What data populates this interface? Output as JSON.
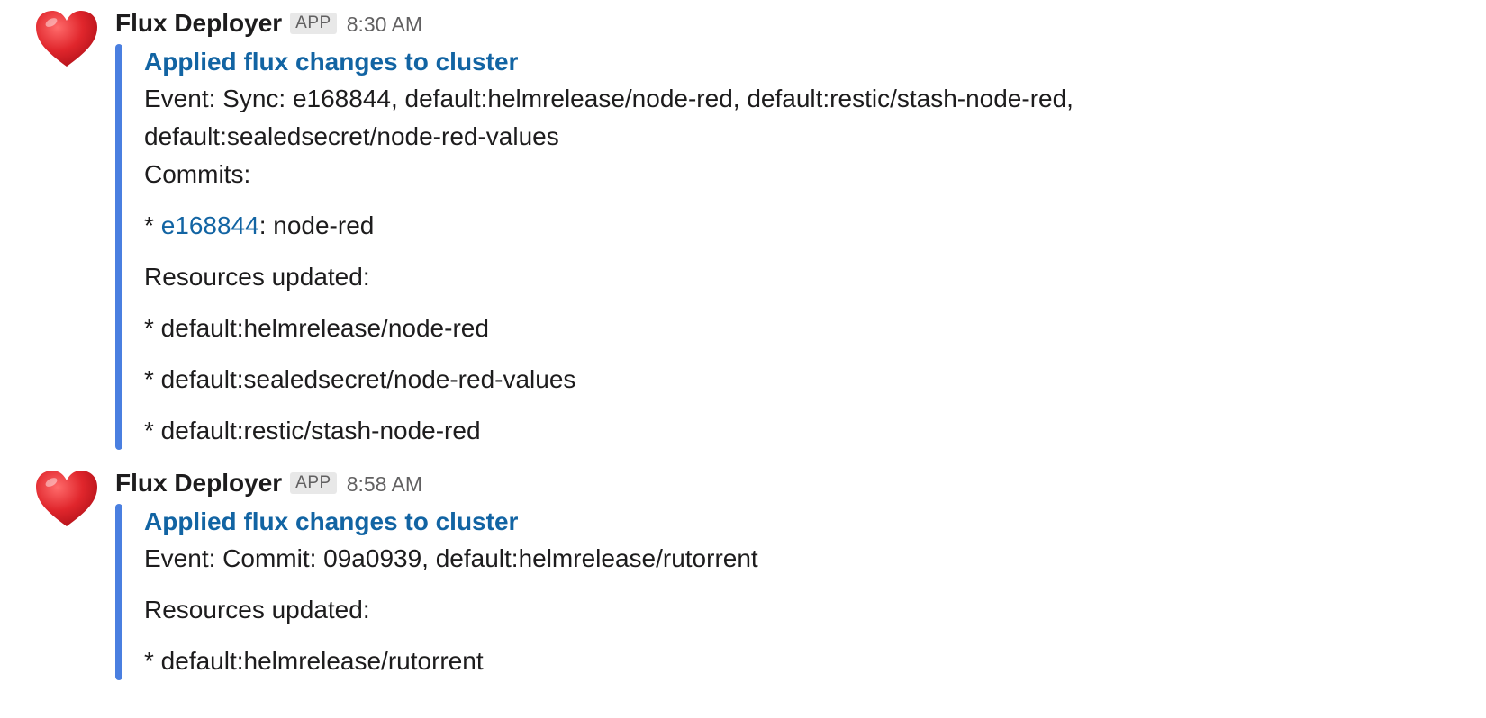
{
  "messages": [
    {
      "avatar_icon": "red-heart-icon",
      "sender": "Flux Deployer",
      "badge": "APP",
      "time": "8:30 AM",
      "title": "Applied flux changes to cluster",
      "event_line_1": "Event: Sync: e168844, default:helmrelease/node-red, default:restic/stash-node-red,",
      "event_line_2": "default:sealedsecret/node-red-values",
      "commits_label": "Commits:",
      "commit_prefix": "* ",
      "commit_hash": "e168844",
      "commit_suffix": ": node-red",
      "resources_label": "Resources updated:",
      "resources": [
        "* default:helmrelease/node-red",
        "* default:sealedsecret/node-red-values",
        "* default:restic/stash-node-red"
      ]
    },
    {
      "avatar_icon": "red-heart-icon",
      "sender": "Flux Deployer",
      "badge": "APP",
      "time": "8:58 AM",
      "title": "Applied flux changes to cluster",
      "event_line_1": "Event: Commit: 09a0939, default:helmrelease/rutorrent",
      "resources_label": "Resources updated:",
      "resources": [
        "* default:helmrelease/rutorrent"
      ]
    }
  ],
  "colors": {
    "link": "#1264a3",
    "attachment_bar": "#4a7fe0",
    "heart": "#e0262c",
    "text": "#1d1c1d",
    "muted": "#616061"
  }
}
